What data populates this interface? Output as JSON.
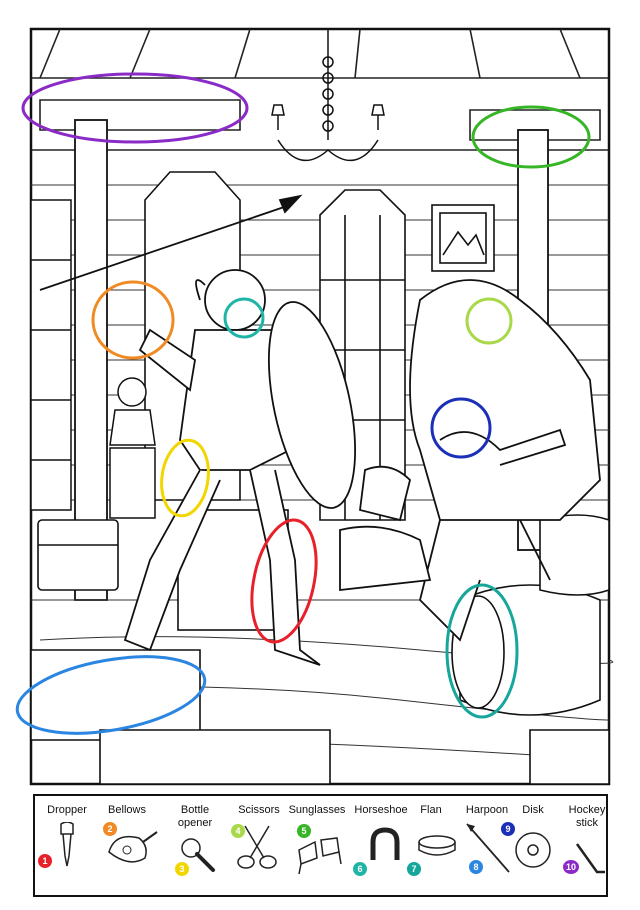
{
  "puzzle": {
    "items": [
      {
        "n": "1",
        "label": "Dropper",
        "color": "#e8202a",
        "icon": "dropper-icon"
      },
      {
        "n": "2",
        "label": "Bellows",
        "color": "#f08a24",
        "icon": "bellows-icon"
      },
      {
        "n": "3",
        "label": "Bottle\nopener",
        "color": "#f2d600",
        "icon": "bottle-opener-icon"
      },
      {
        "n": "4",
        "label": "Scissors",
        "color": "#a9d94a",
        "icon": "scissors-icon"
      },
      {
        "n": "5",
        "label": "Sunglasses",
        "color": "#36b526",
        "icon": "sunglasses-icon"
      },
      {
        "n": "6",
        "label": "Horseshoe",
        "color": "#1fb5a6",
        "icon": "horseshoe-icon"
      },
      {
        "n": "7",
        "label": "Flan",
        "color": "#17a69b",
        "icon": "flan-icon"
      },
      {
        "n": "8",
        "label": "Harpoon",
        "color": "#2a86e0",
        "icon": "harpoon-icon"
      },
      {
        "n": "9",
        "label": "Disk",
        "color": "#1b2fb8",
        "icon": "disk-icon"
      },
      {
        "n": "10",
        "label": "Hockey\nstick",
        "color": "#8a2bc7",
        "icon": "hockey-stick-icon"
      }
    ],
    "found_circles": [
      {
        "item": "Bellows",
        "color": "#f08a24"
      },
      {
        "item": "Sunglasses",
        "color": "#1fb5a6"
      },
      {
        "item": "Bottle opener",
        "color": "#f2d600"
      },
      {
        "item": "Dropper",
        "color": "#e8202a"
      },
      {
        "item": "Hockey stick",
        "color": "#8a2bc7"
      },
      {
        "item": "Scissors",
        "color": "#a9d94a"
      },
      {
        "item": "Disk",
        "color": "#1b2fb8"
      },
      {
        "item": "Flan",
        "color": "#17a69b"
      },
      {
        "item": "Harpoon",
        "color": "#2a86e0"
      },
      {
        "item": "Horseshoe",
        "color": "#36b526"
      }
    ]
  }
}
